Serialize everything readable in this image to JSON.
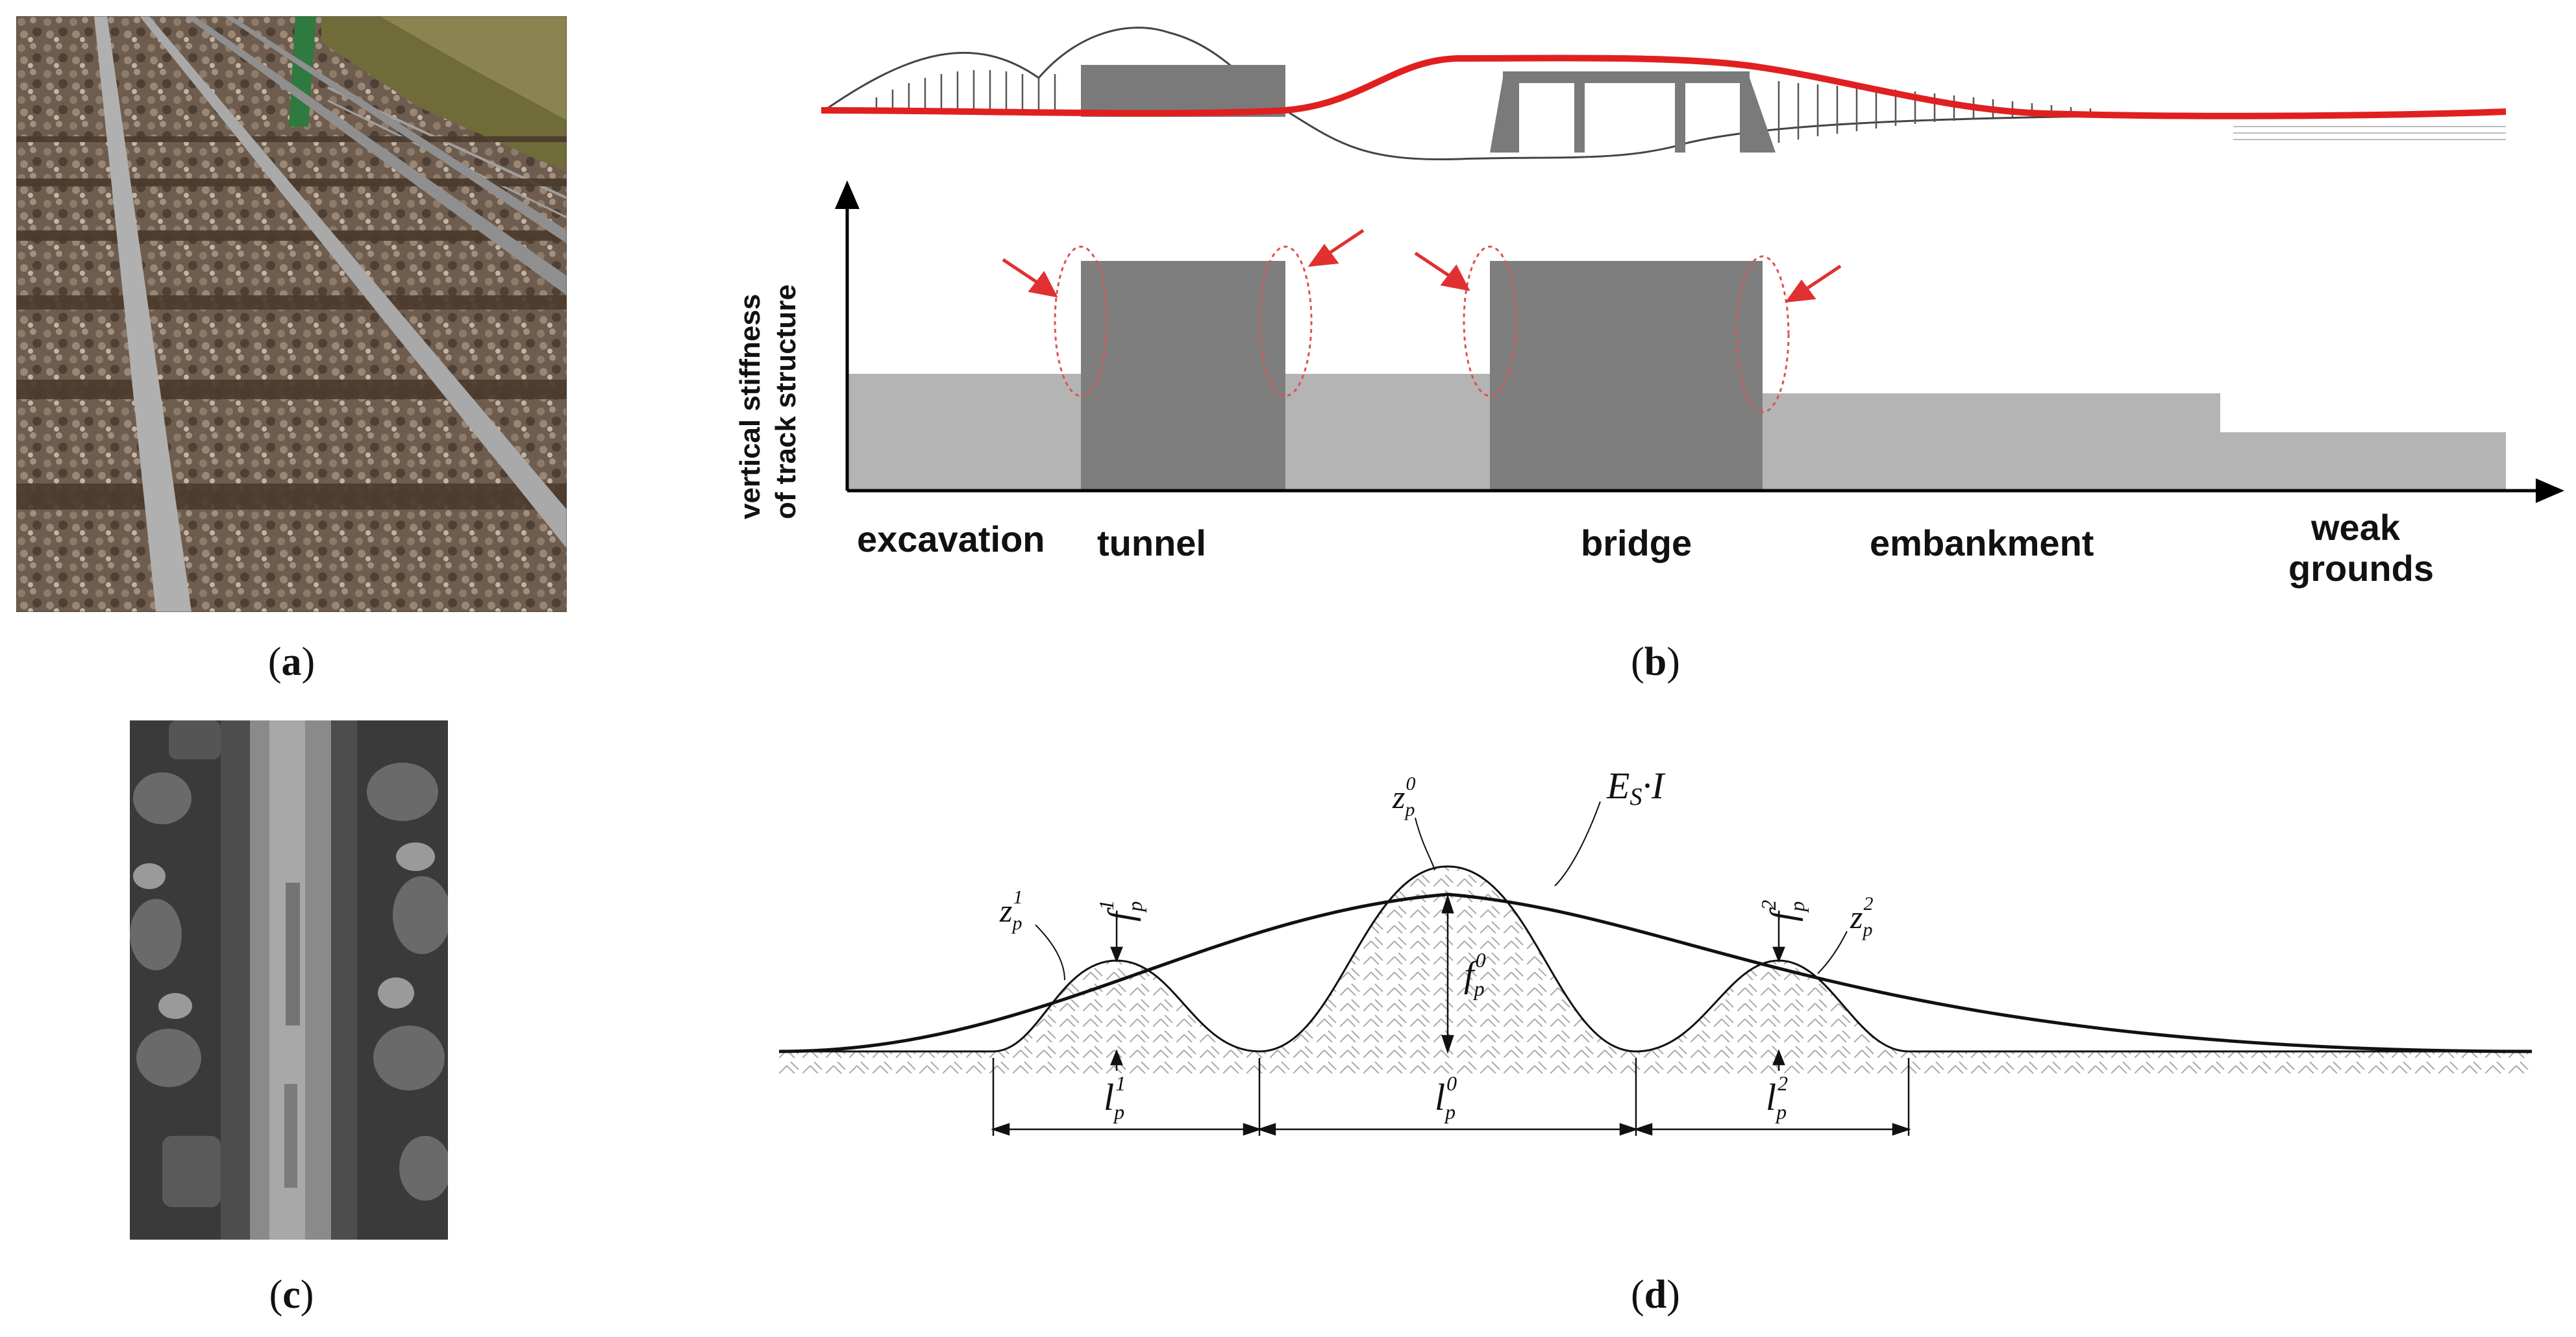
{
  "captions": {
    "a": {
      "open": "(",
      "letter": "a",
      "close": ")"
    },
    "b": {
      "open": "(",
      "letter": "b",
      "close": ")"
    },
    "c": {
      "open": "(",
      "letter": "c",
      "close": ")"
    },
    "d": {
      "open": "(",
      "letter": "d",
      "close": ")"
    }
  },
  "panel_b": {
    "ylabel_line1": "vertical stiffness",
    "ylabel_line2": "of track structure",
    "sections": [
      "excavation",
      "tunnel",
      "bridge",
      "embankment"
    ],
    "weak_line1": "weak",
    "weak_line2": "grounds",
    "colors": {
      "deflection_line": "#e02020",
      "structure": "#7a7a7a",
      "stiffness_low": "#b4b4b4",
      "stiffness_high": "#7e7e7e",
      "marker": "#e03030"
    }
  },
  "panel_d": {
    "labels": {
      "EsI": {
        "main": "E",
        "sub": "S",
        "rest": "·I"
      },
      "z0": {
        "main": "z",
        "sub": "p",
        "sup": "0"
      },
      "z1": {
        "main": "z",
        "sub": "p",
        "sup": "1"
      },
      "z2": {
        "main": "z",
        "sub": "p",
        "sup": "2"
      },
      "f0": {
        "main": "f",
        "sub": "p",
        "sup": "0"
      },
      "f1": {
        "main": "f",
        "sub": "p",
        "sup": "1"
      },
      "f2": {
        "main": "f",
        "sub": "p",
        "sup": "2"
      },
      "l0": {
        "main": "l",
        "sub": "p",
        "sup": "0"
      },
      "l1": {
        "main": "l",
        "sub": "p",
        "sup": "1"
      },
      "l2": {
        "main": "l",
        "sub": "p",
        "sup": "2"
      }
    }
  }
}
